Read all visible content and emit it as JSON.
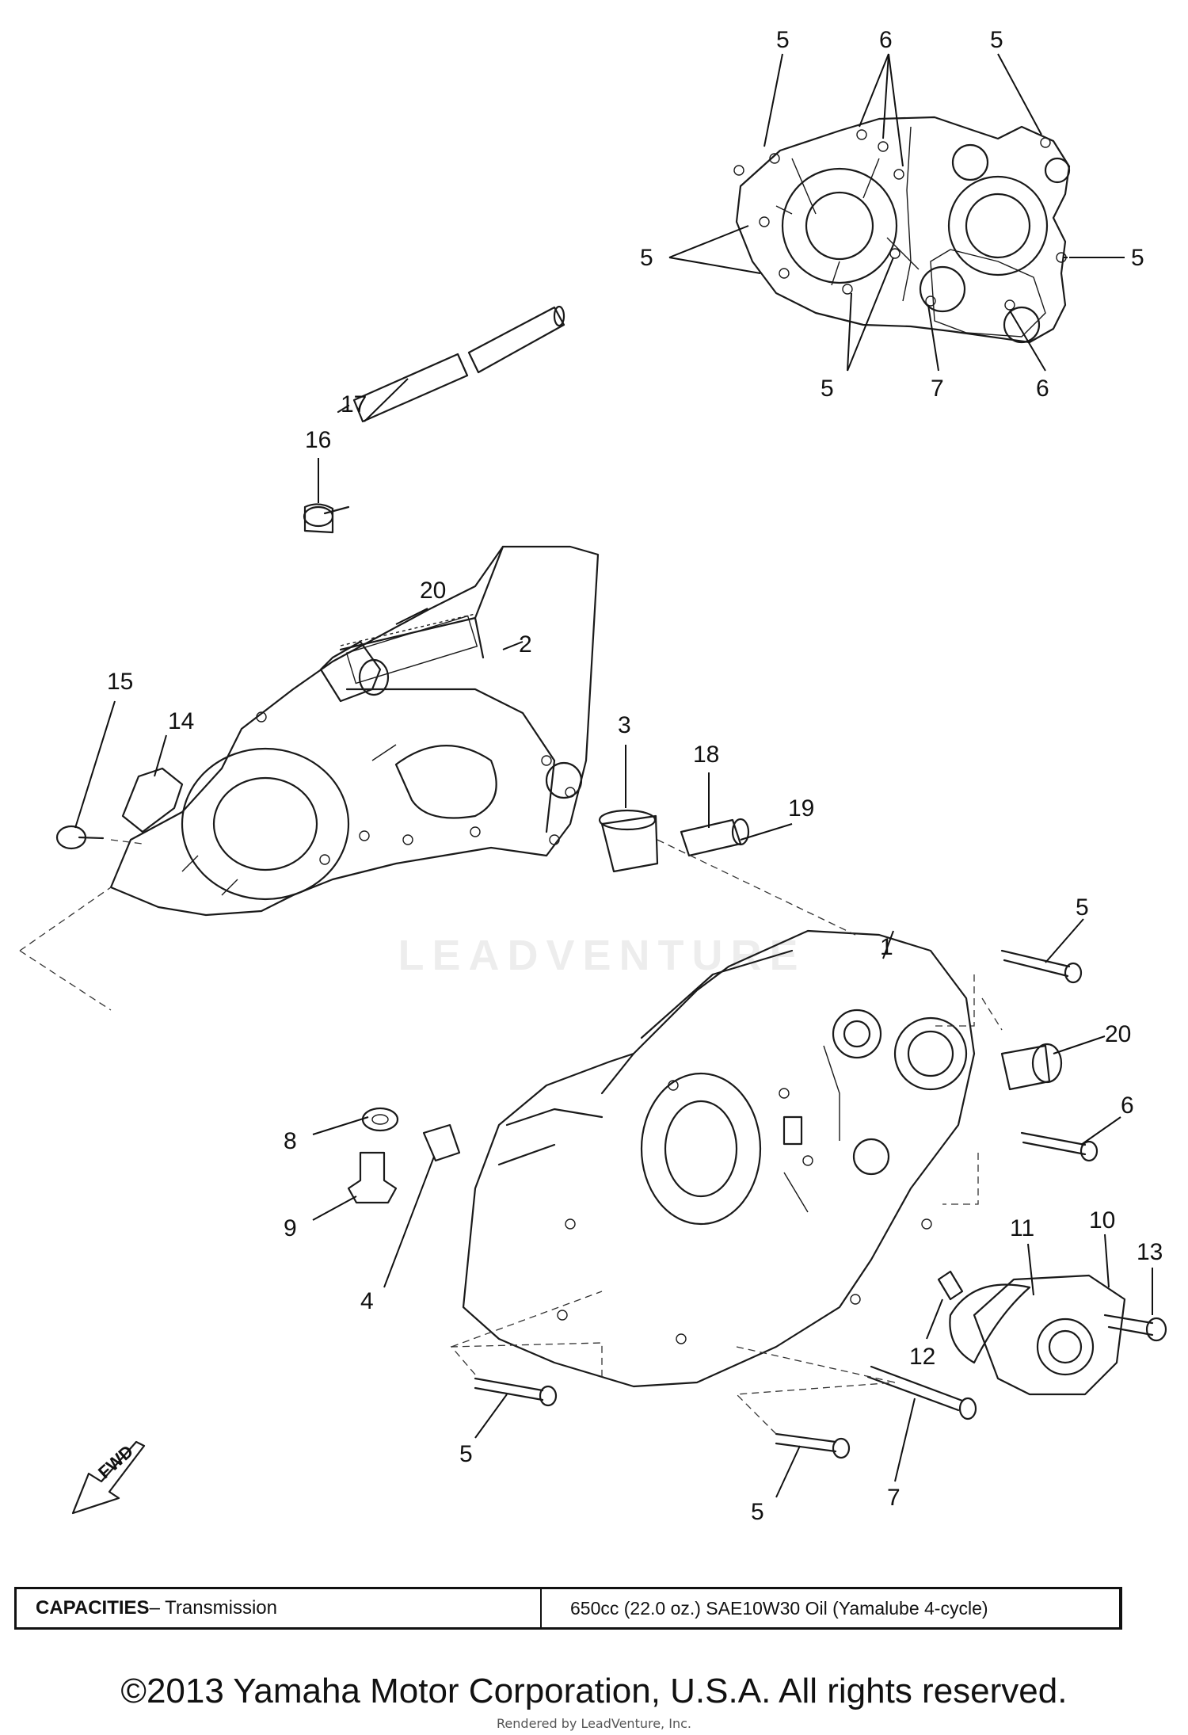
{
  "diagram": {
    "part_labels": [
      "1",
      "2",
      "3",
      "4",
      "5",
      "6",
      "7",
      "8",
      "9",
      "10",
      "11",
      "12",
      "13",
      "14",
      "15",
      "16",
      "17",
      "18",
      "19",
      "20"
    ],
    "fwd_arrow_text": "FWD",
    "watermark_text": "LEADVENTURE"
  },
  "capacities_table": {
    "label": "CAPACITIES",
    "item": " – Transmission",
    "value": "650cc (22.0 oz.) SAE10W30 Oil (Yamalube 4-cycle)"
  },
  "footer": {
    "copyright": "©2013 Yamaha Motor Corporation, U.S.A. All rights reserved.",
    "rendered_by": "Rendered by LeadVenture, Inc."
  }
}
